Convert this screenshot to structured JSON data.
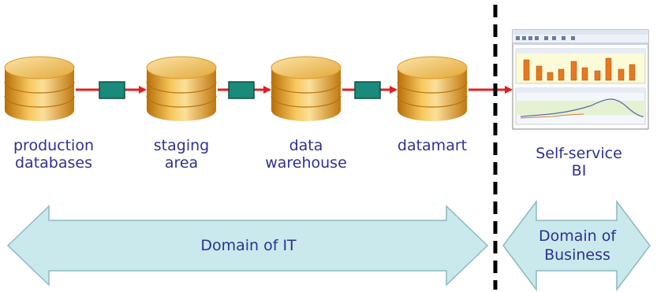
{
  "stores": [
    {
      "id": "production",
      "label_line1": "production",
      "label_line2": "databases"
    },
    {
      "id": "staging",
      "label_line1": "staging",
      "label_line2": "area"
    },
    {
      "id": "warehouse",
      "label_line1": "data",
      "label_line2": "warehouse"
    },
    {
      "id": "datamart",
      "label_line1": "datamart",
      "label_line2": ""
    }
  ],
  "self_service": {
    "label_line1": "Self-service",
    "label_line2": "BI"
  },
  "domains": {
    "it": {
      "label": "Domain of IT"
    },
    "business": {
      "label_line1": "Domain of",
      "label_line2": "Business"
    }
  },
  "colors": {
    "text": "#2e3192",
    "flow_arrow": "#e02020",
    "transform_box": "#1a8a7a",
    "domain_arrow_fill": "#c9e9ec",
    "domain_arrow_stroke": "#8fb9c2",
    "cylinder_light": "#f8d276",
    "cylinder_dark": "#c77d10",
    "divider": "#000000"
  },
  "icons": {
    "store": "database-cylinder-icon",
    "transform": "etl-process-box-icon",
    "report": "dashboard-screenshot-icon"
  }
}
